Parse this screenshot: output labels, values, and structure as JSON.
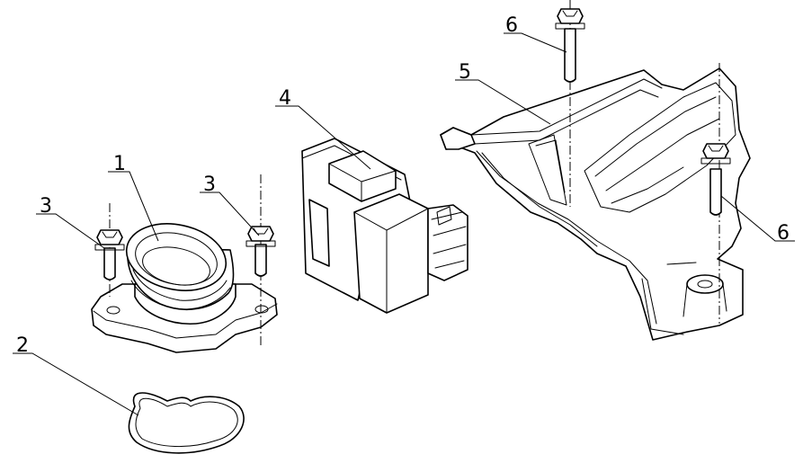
{
  "callouts": {
    "c1": "1",
    "c2": "2",
    "c3a": "3",
    "c3b": "3",
    "c4": "4",
    "c5": "5",
    "c6a": "6",
    "c6b": "6"
  }
}
